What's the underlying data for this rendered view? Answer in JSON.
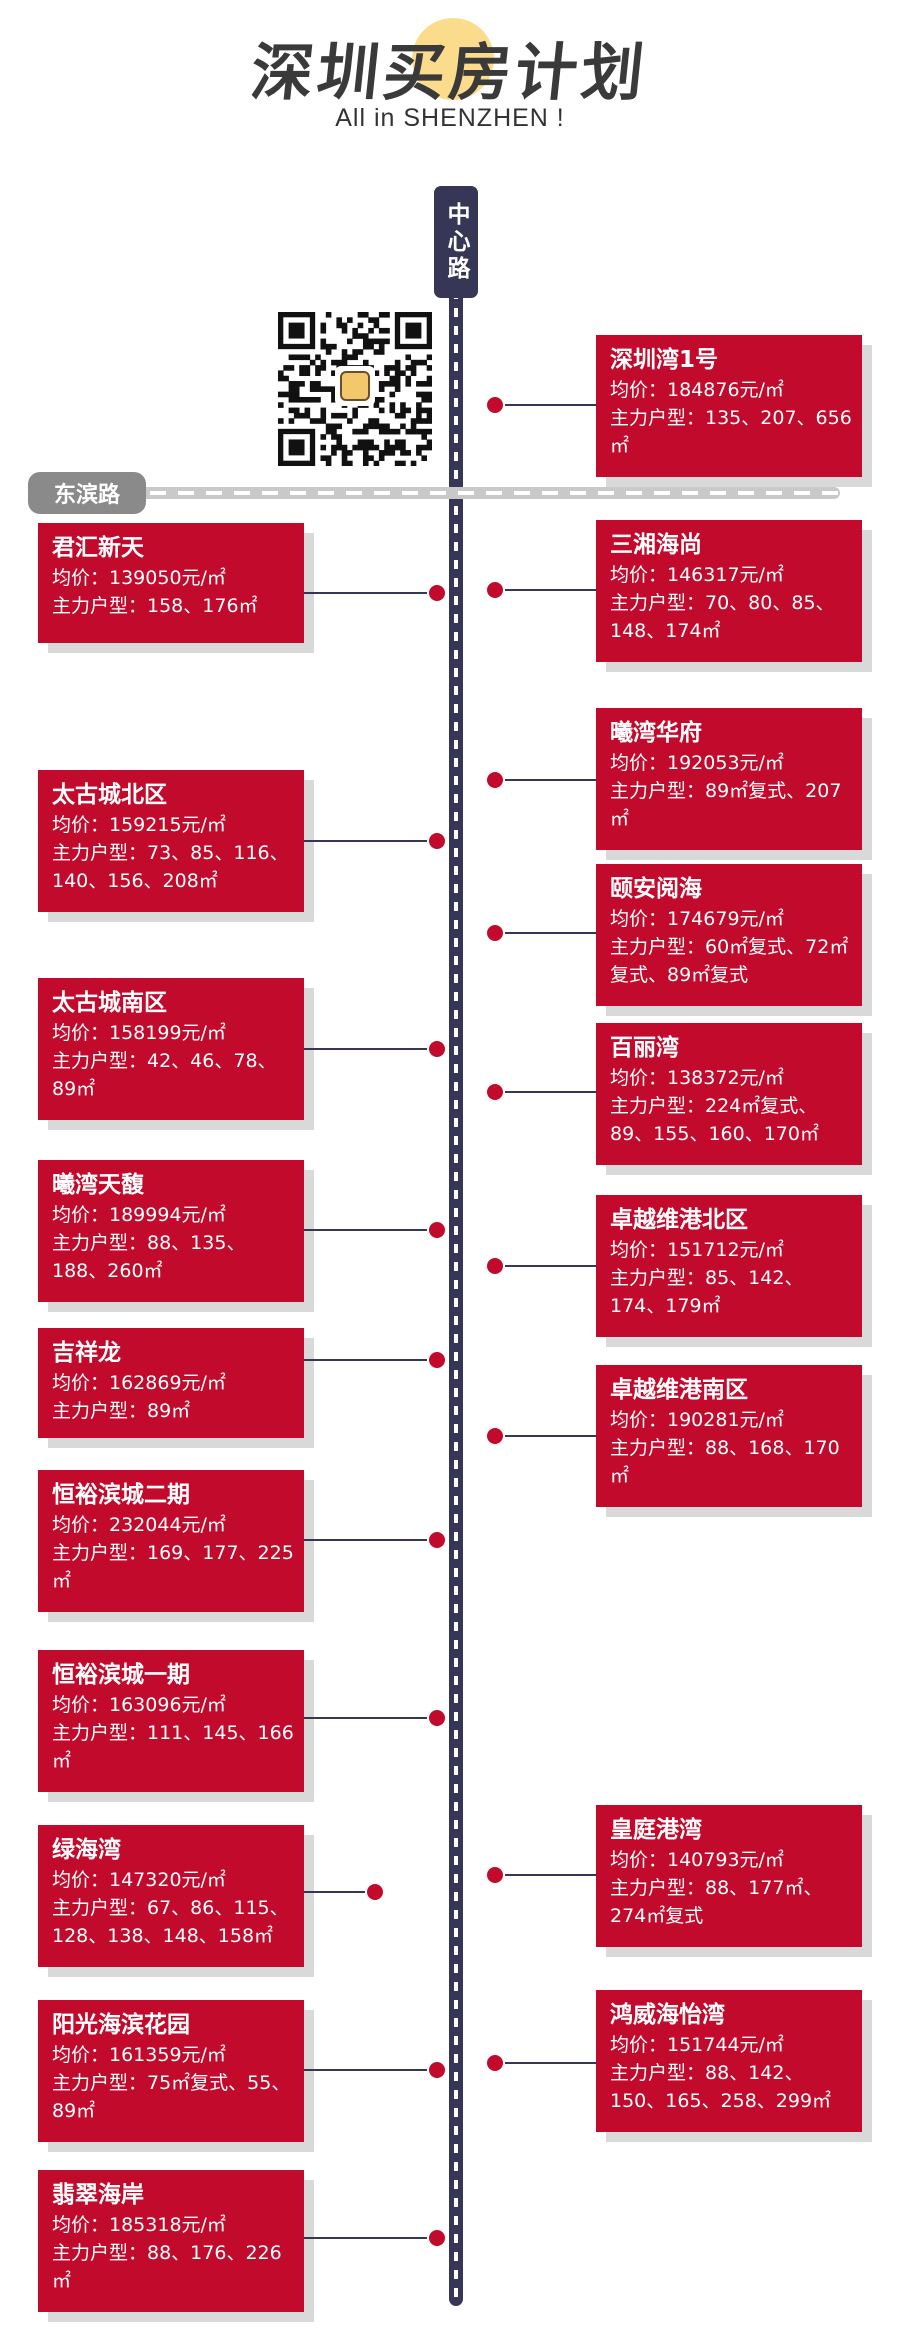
{
  "header": {
    "title": "深圳买房计划",
    "subtitle": "All in SHENZHEN !"
  },
  "roads": {
    "main": "中心路",
    "cross": "东滨路"
  },
  "qr": {
    "icon": "qr-code-icon",
    "avatar_icon": "avatar-icon"
  },
  "colors": {
    "card": "#c20a2c",
    "road": "#363757",
    "accent": "#fbdc8c"
  },
  "properties": [
    {
      "name": "深圳湾1号",
      "price": "均价：184876元/㎡",
      "types": "主力户型：135、207、656㎡"
    },
    {
      "name": "君汇新天",
      "price": "均价：139050元/㎡",
      "types": "主力户型：158、176㎡"
    },
    {
      "name": "三湘海尚",
      "price": "均价：146317元/㎡",
      "types": "主力户型：70、80、85、148、174㎡"
    },
    {
      "name": "曦湾华府",
      "price": "均价：192053元/㎡",
      "types": "主力户型：89㎡复式、207㎡"
    },
    {
      "name": "太古城北区",
      "price": "均价：159215元/㎡",
      "types": "主力户型：73、85、116、140、156、208㎡"
    },
    {
      "name": "颐安阅海",
      "price": "均价：174679元/㎡",
      "types": "主力户型：60㎡复式、72㎡复式、89㎡复式"
    },
    {
      "name": "太古城南区",
      "price": "均价：158199元/㎡",
      "types": "主力户型：42、46、78、89㎡"
    },
    {
      "name": "百丽湾",
      "price": "均价：138372元/㎡",
      "types": "主力户型：224㎡复式、89、155、160、170㎡"
    },
    {
      "name": "曦湾天馥",
      "price": "均价：189994元/㎡",
      "types": "主力户型：88、135、188、260㎡"
    },
    {
      "name": "卓越维港北区",
      "price": "均价：151712元/㎡",
      "types": "主力户型：85、142、174、179㎡"
    },
    {
      "name": "吉祥龙",
      "price": "均价：162869元/㎡",
      "types": "主力户型：89㎡"
    },
    {
      "name": "卓越维港南区",
      "price": "均价：190281元/㎡",
      "types": "主力户型：88、168、170㎡"
    },
    {
      "name": "恒裕滨城二期",
      "price": "均价：232044元/㎡",
      "types": "主力户型：169、177、225㎡"
    },
    {
      "name": "恒裕滨城一期",
      "price": "均价：163096元/㎡",
      "types": "主力户型：111、145、166㎡"
    },
    {
      "name": "绿海湾",
      "price": "均价：147320元/㎡",
      "types": "主力户型：67、86、115、128、138、148、158㎡"
    },
    {
      "name": "皇庭港湾",
      "price": "均价：140793元/㎡",
      "types": "主力户型：88、177㎡、274㎡复式"
    },
    {
      "name": "阳光海滨花园",
      "price": "均价：161359元/㎡",
      "types": "主力户型：75㎡复式、55、89㎡"
    },
    {
      "name": "鸿威海怡湾",
      "price": "均价：151744元/㎡",
      "types": "主力户型：88、142、150、165、258、299㎡"
    },
    {
      "name": "翡翠海岸",
      "price": "均价：185318元/㎡",
      "types": "主力户型：88、176、226㎡"
    }
  ]
}
